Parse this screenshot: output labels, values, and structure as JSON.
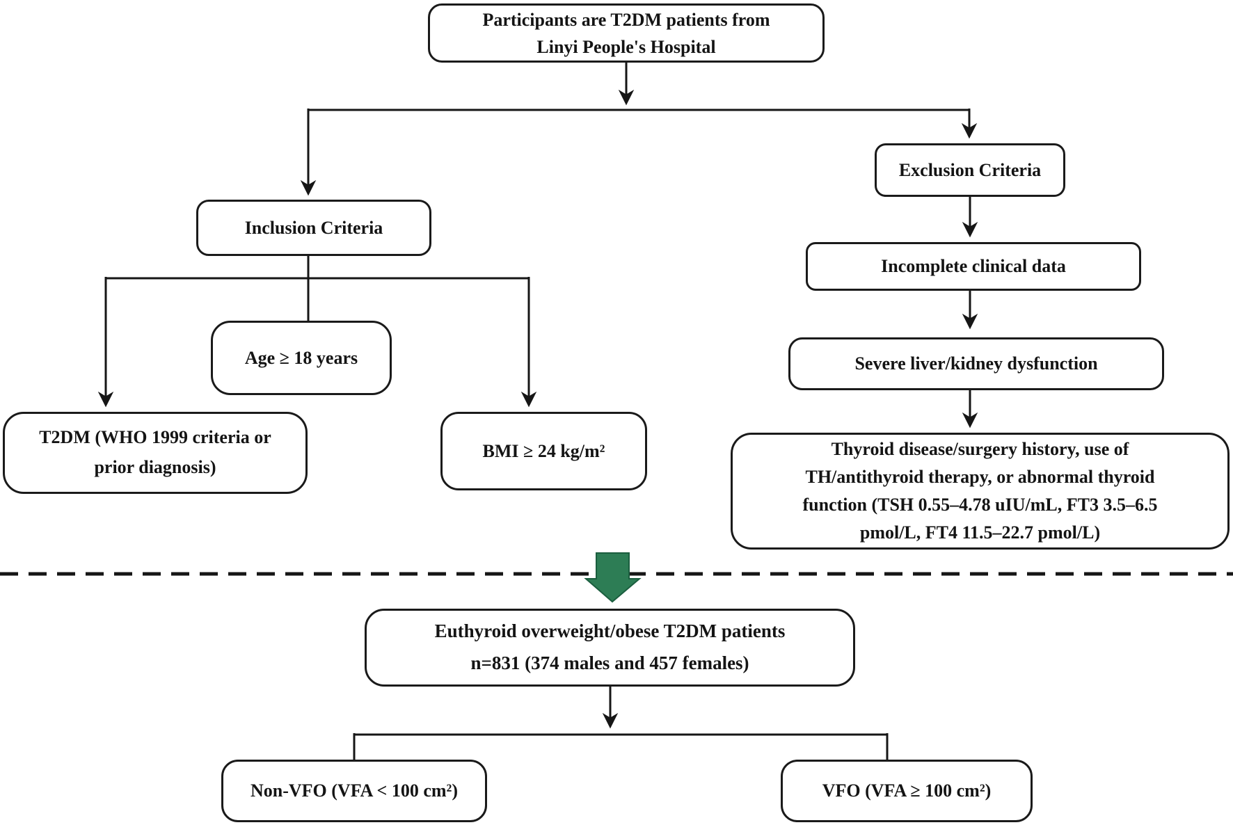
{
  "diagram": {
    "nodes": {
      "participants": {
        "label": "Participants are T2DM patients from\nLinyi People's Hospital"
      },
      "inclusion": {
        "label": "Inclusion Criteria"
      },
      "exclusion": {
        "label": "Exclusion Criteria"
      },
      "age": {
        "label": "Age ≥ 18 years"
      },
      "t2dm": {
        "label": "T2DM (WHO 1999 criteria or\nprior diagnosis)"
      },
      "bmi": {
        "label": "BMI ≥ 24 kg/m²"
      },
      "incomplete_data": {
        "label": "Incomplete clinical data"
      },
      "liver_kidney": {
        "label": "Severe liver/kidney dysfunction"
      },
      "thyroid": {
        "label": "Thyroid disease/surgery history, use of\nTH/antithyroid therapy, or abnormal thyroid\nfunction (TSH 0.55–4.78 uIU/mL, FT3 3.5–6.5\npmol/L, FT4 11.5–22.7 pmol/L)"
      },
      "euthyroid": {
        "label": "Euthyroid overweight/obese T2DM patients\nn=831 (374 males and 457 females)"
      },
      "non_vfo": {
        "label": "Non-VFO (VFA < 100 cm²)"
      },
      "vfo": {
        "label": "VFO (VFA ≥ 100 cm²)"
      }
    },
    "colors": {
      "line": "#161616",
      "box_border": "#1a1a1a",
      "box_background": "#ffffff",
      "text": "#141414",
      "green_arrow": "#2d7d55",
      "green_arrow_edge": "#1b5e3f"
    }
  }
}
